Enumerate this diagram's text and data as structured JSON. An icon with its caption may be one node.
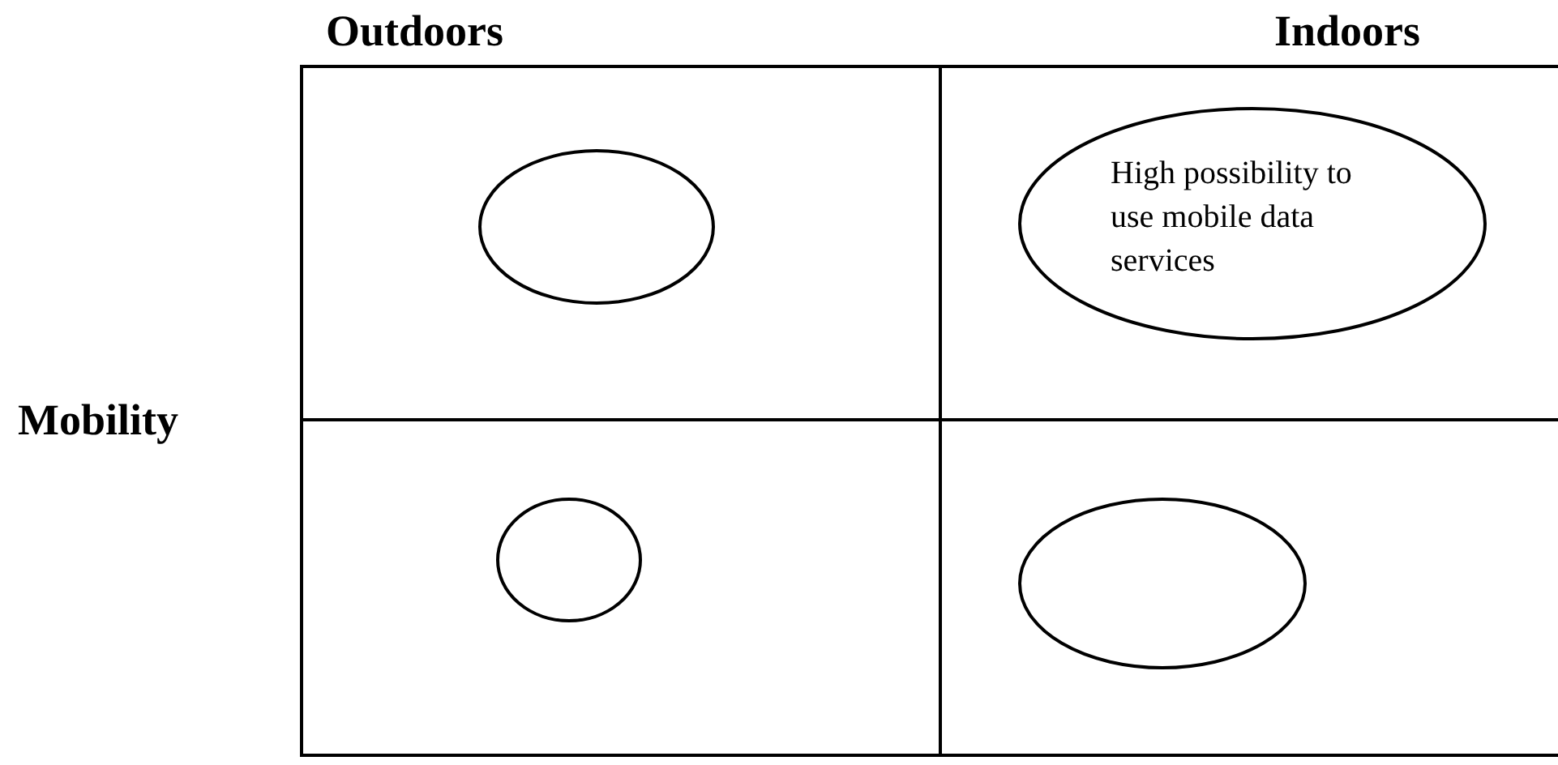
{
  "diagram": {
    "nodes": [
      {
        "text": [],
        "shape": "ellipse"
      },
      {
        "text": [
          "High possibility to use mobile data services"
        ]
      },
      {
        "text": [],
        "shape": "ellipse"
      },
      {
        "text": [],
        "shape": "ellipse"
      }
    ],
    "labels": [
      "Outdoors",
      "Indoors",
      "Mobility"
    ]
  }
}
